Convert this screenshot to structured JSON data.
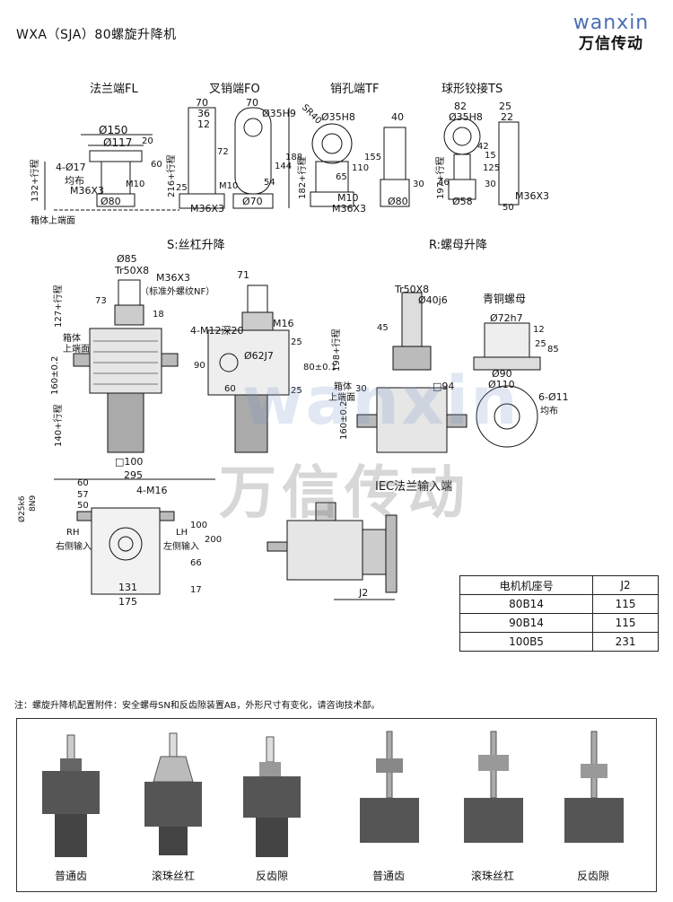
{
  "header": {
    "title": "WXA（SJA）80螺旋升降机",
    "logo_en": "wanxin",
    "logo_cn": "万信传动"
  },
  "views": {
    "fl": {
      "title": "法兰端FL",
      "d150": "Ø150",
      "d117": "Ø117",
      "d80": "Ø80",
      "dim20": "20",
      "dim60": "60",
      "holes": "4-Ø17",
      "holes2": "均布",
      "thread": "M36X3",
      "m10": "M10",
      "stroke": "132+行程"
    },
    "fo": {
      "title": "叉销端FO",
      "d70": "70",
      "d36": "36",
      "d12": "12",
      "d70b": "70",
      "h9": "Ø35H9",
      "d72": "72",
      "d144": "144",
      "d188": "188",
      "d54": "54",
      "d25": "25",
      "m10": "M10",
      "m36": "M36X3",
      "d70c": "Ø70",
      "stroke": "216+行程"
    },
    "tf": {
      "title": "销孔端TF",
      "sr": "SR40",
      "h8": "Ø35H8",
      "d40": "40",
      "d65": "65",
      "d110": "110",
      "d155": "155",
      "d30": "30",
      "m10": "M10",
      "m36": "M36X3",
      "d80": "Ø80",
      "stroke": "182+行程"
    },
    "ts": {
      "title": "球形铰接TS",
      "d82": "82",
      "d25": "25",
      "d22": "22",
      "h8": "Ø35H8",
      "d15": "15",
      "d42": "42",
      "d125": "125",
      "d46": "46",
      "d58": "Ø58",
      "d30": "30",
      "d50": "50",
      "m36": "M36X3",
      "stroke": "197+行程"
    },
    "top_face": "箱体上端面"
  },
  "s_section": {
    "title": "S:丝杠升降",
    "d85": "Ø85",
    "tr": "Tr50X8",
    "m36": "M36X3",
    "nf": "（标准外螺纹NF）",
    "d73": "73",
    "d18": "18",
    "stroke_top": "127+行程",
    "box_label1": "箱体",
    "box_label2": "上端面",
    "h160": "160±0.2",
    "stroke_bot": "140+行程",
    "d100": "□100",
    "d71": "71",
    "m12": "4-M12深20",
    "m16": "M16",
    "d62": "Ø62J7",
    "d90": "90",
    "d60": "60",
    "d25a": "25",
    "d25b": "25",
    "d80": "80±0.1"
  },
  "r_section": {
    "title": "R:螺母升降",
    "tr": "Tr50X8",
    "d40": "Ø40j6",
    "d45": "45",
    "stroke": "198+行程",
    "d94": "□94",
    "box1": "箱体",
    "box2": "上端面",
    "d30": "30",
    "h160": "160±0.2"
  },
  "bronze": {
    "title": "青铜螺母",
    "d72": "Ø72h7",
    "d12": "12",
    "d25": "25",
    "d85": "85",
    "d90": "Ø90",
    "d110": "Ø110",
    "holes": "6-Ø11",
    "holes2": "均布"
  },
  "bottom_view": {
    "d295": "295",
    "d60": "60",
    "d57": "57",
    "d50": "50",
    "m16": "4-M16",
    "d25k6": "Ø25k6",
    "key": "8N9",
    "rh1": "RH",
    "rh2": "右侧输入",
    "lh1": "LH",
    "lh2": "左侧输入",
    "d100": "100",
    "d200": "200",
    "d66": "66",
    "d131": "131",
    "d17": "17",
    "d175": "175"
  },
  "iec": {
    "title": "IEC法兰输入端",
    "j2": "J2"
  },
  "motor_table": {
    "headers": [
      "电机机座号",
      "J2"
    ],
    "rows": [
      [
        "80B14",
        "115"
      ],
      [
        "90B14",
        "115"
      ],
      [
        "100B5",
        "231"
      ]
    ]
  },
  "note": "注：螺旋升降机配置附件：安全螺母SN和反齿隙装置AB，外形尺寸有变化，请咨询技术部。",
  "photos": [
    {
      "label": "普通齿"
    },
    {
      "label": "滚珠丝杠"
    },
    {
      "label": "反齿隙"
    },
    {
      "label": "普通齿"
    },
    {
      "label": "滚珠丝杠"
    },
    {
      "label": "反齿隙"
    }
  ],
  "watermark": {
    "en": "wanxin",
    "cn": "万信传动"
  }
}
